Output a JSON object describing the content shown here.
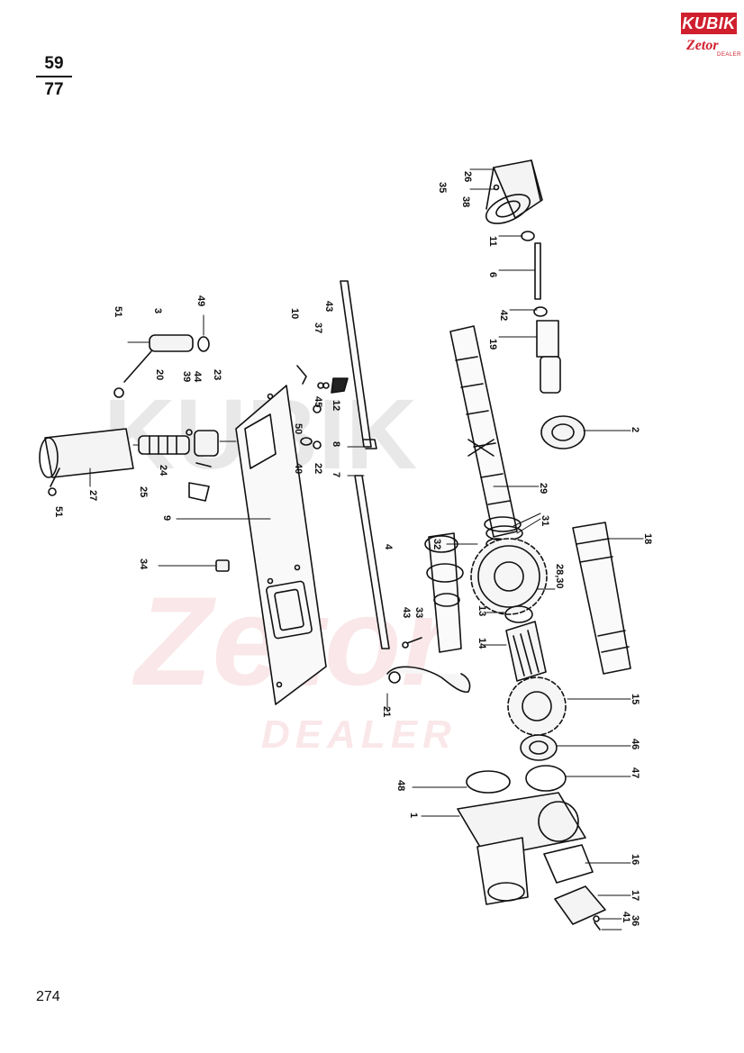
{
  "header": {
    "fraction_top": "59",
    "fraction_bottom": "77"
  },
  "logo": {
    "brand": "KUBIK",
    "sub_brand": "Zetor",
    "tag": "DEALER"
  },
  "watermark": {
    "line1": "KUBIK",
    "line2": "Zetor",
    "line3": "DEALER"
  },
  "part_labels": [
    "26",
    "35",
    "38",
    "11",
    "6",
    "42",
    "19",
    "2",
    "51",
    "3",
    "49",
    "10",
    "37",
    "43",
    "20",
    "39",
    "44",
    "23",
    "12",
    "45",
    "50",
    "40",
    "22",
    "8",
    "7",
    "24",
    "25",
    "9",
    "27",
    "51",
    "29",
    "31",
    "32",
    "4",
    "18",
    "34",
    "28,30",
    "43",
    "33",
    "13",
    "14",
    "21",
    "15",
    "46",
    "47",
    "48",
    "1",
    "16",
    "17",
    "41",
    "36"
  ],
  "footer": {
    "page_number": "274"
  }
}
